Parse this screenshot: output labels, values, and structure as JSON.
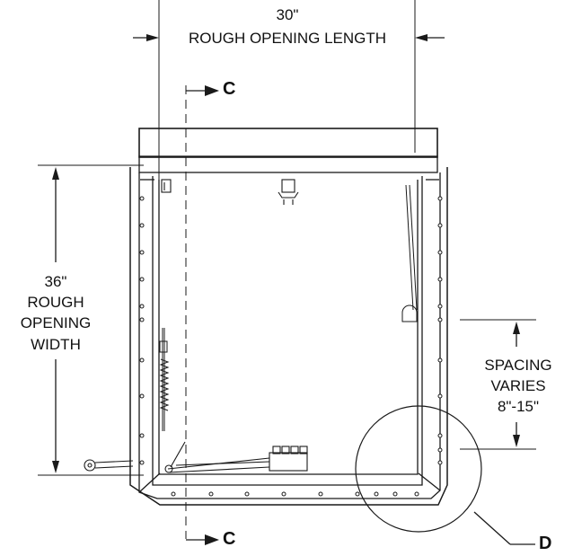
{
  "dimensions": {
    "length_value": "30\"",
    "length_label": "ROUGH OPENING LENGTH",
    "width_value": "36\"",
    "width_line1": "ROUGH",
    "width_line2": "OPENING",
    "width_line3": "WIDTH",
    "spacing_line1": "SPACING",
    "spacing_line2": "VARIES",
    "spacing_line3": "8\"-15\""
  },
  "sections": {
    "top": "C",
    "bottom": "C",
    "detail": "D"
  },
  "colors": {
    "line": "#1a1a1a",
    "background": "#ffffff"
  }
}
